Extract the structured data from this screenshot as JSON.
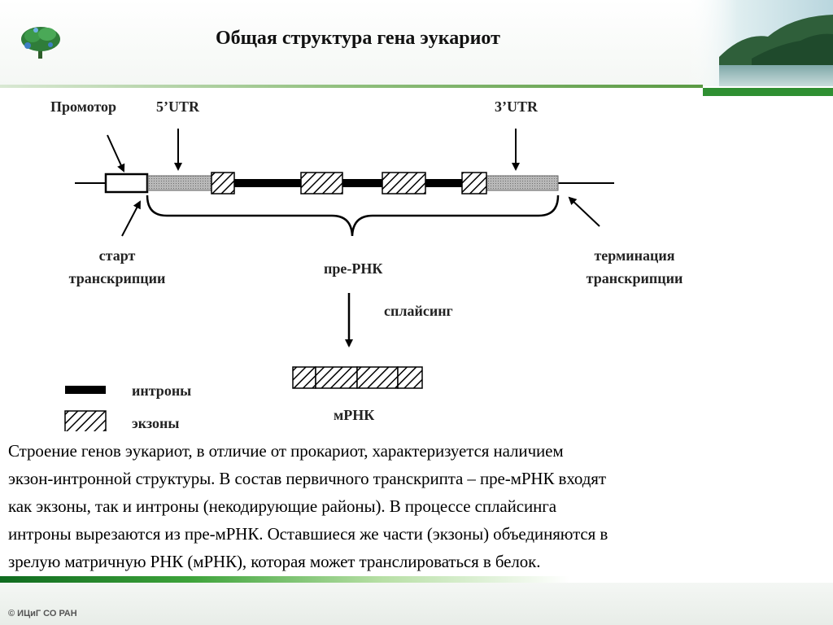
{
  "title": "Общая структура гена эукариот",
  "labels": {
    "promoter": "Промотор",
    "utr5": "5’UTR",
    "utr3": "3’UTR",
    "start_line1": "старт",
    "start_line2": "транскрипции",
    "term_line1": "терминация",
    "term_line2": "транскрипции",
    "pre_rna": "пре-РНК",
    "splicing": "сплайсинг",
    "mrna": "мРНК"
  },
  "legend": {
    "introns": "интроны",
    "exons": "экзоны"
  },
  "body_lines": [
    "Строение генов эукариот, в отличие от прокариот, характеризуется наличием",
    "экзон-интронной структуры. В состав первичного транскрипта – пре-мРНК входят",
    "как экзоны, так и интроны (некодирующие районы). В процессе сплайсинга",
    "интроны вырезаются из пре-мРНК. Оставшиеся же части (экзоны) объединяются в",
    "зрелую матричную РНК (мРНК), которая может транслироваться в белок."
  ],
  "footer": {
    "copyright": "© ИЦиГ СО РАН"
  },
  "colors": {
    "accent_green": "#2f8f32",
    "utr_gray": "#a6a6a6",
    "intron_black": "#000000"
  }
}
